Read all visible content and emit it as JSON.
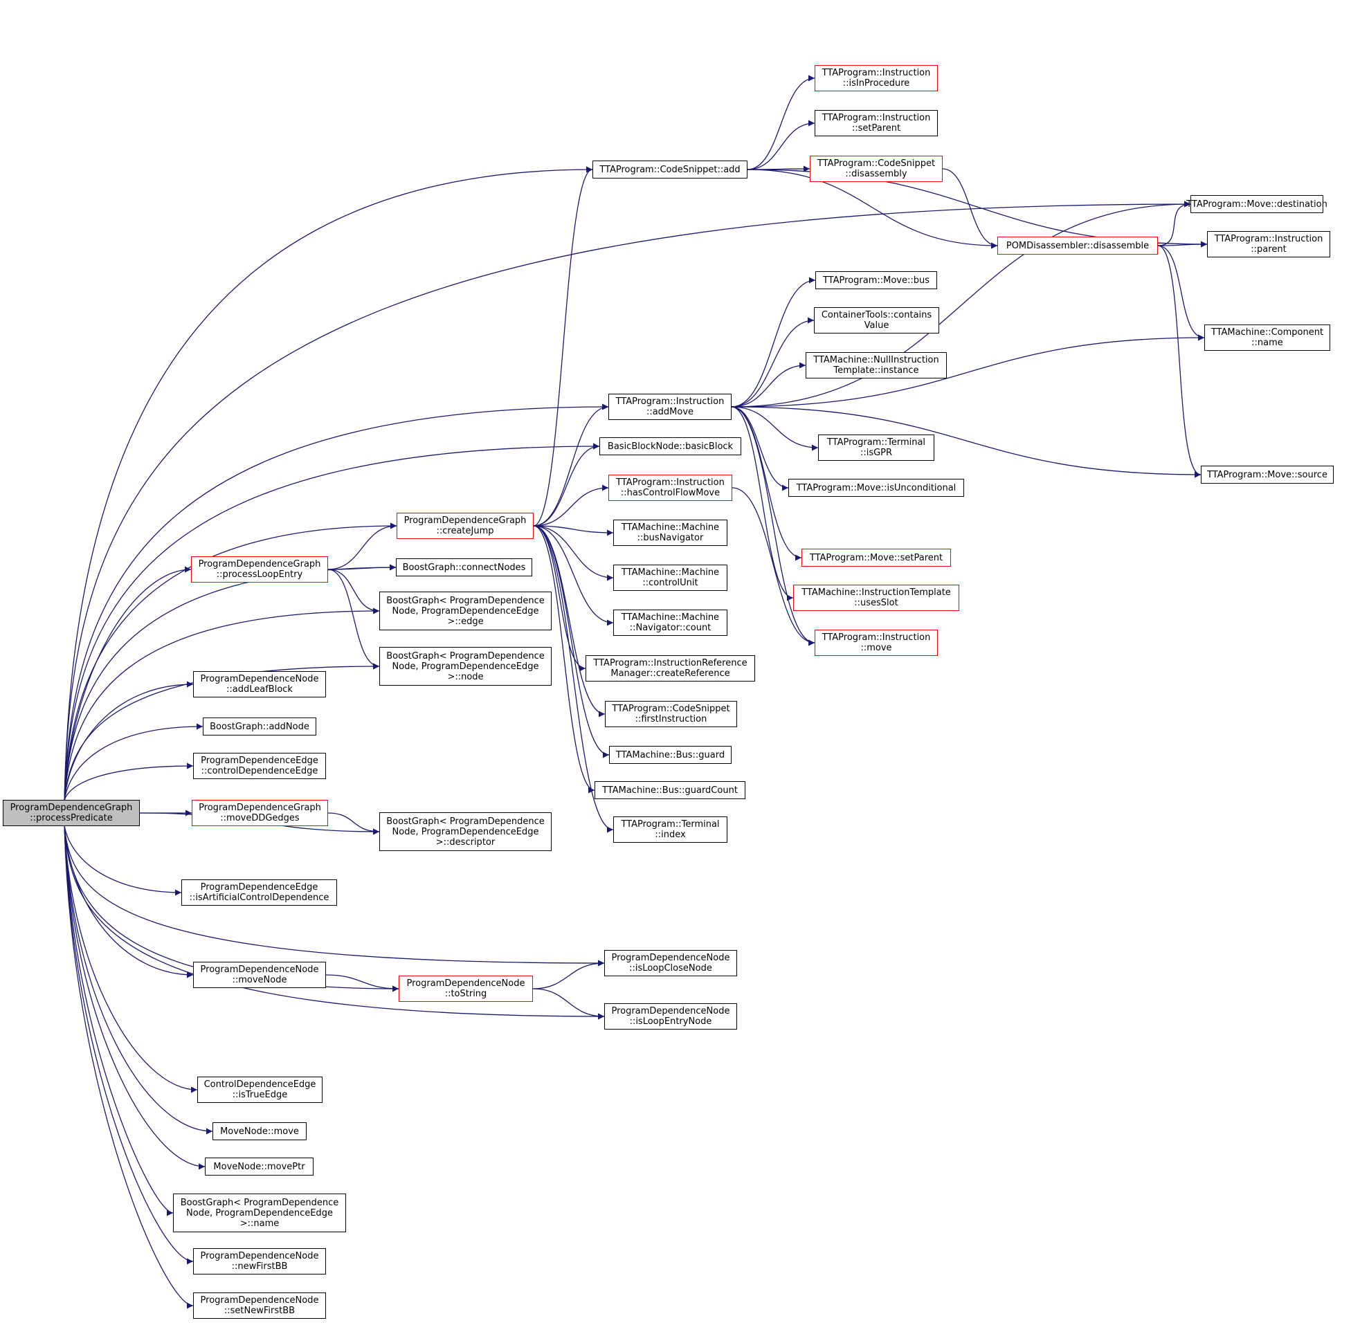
{
  "colors": {
    "edge": "#191970",
    "node_border": "#000000",
    "highlight_border": "#ff0000",
    "root_fill": "#bfbfbf",
    "background": "#ffffff"
  },
  "nodes": [
    {
      "id": "root",
      "lines": [
        "ProgramDependenceGraph",
        "::processPredicate"
      ],
      "style": "root"
    },
    {
      "id": "processLoopEntry",
      "lines": [
        "ProgramDependenceGraph",
        "::processLoopEntry"
      ],
      "style": "red"
    },
    {
      "id": "createJump",
      "lines": [
        "ProgramDependenceGraph",
        "::createJump"
      ],
      "style": "red"
    },
    {
      "id": "connectNodes",
      "lines": [
        "BoostGraph::connectNodes"
      ],
      "style": "normal"
    },
    {
      "id": "bgEdge",
      "lines": [
        "BoostGraph< ProgramDependence",
        "Node, ProgramDependenceEdge",
        ">::edge"
      ],
      "style": "normal"
    },
    {
      "id": "bgNode",
      "lines": [
        "BoostGraph< ProgramDependence",
        "Node, ProgramDependenceEdge",
        ">::node"
      ],
      "style": "normal"
    },
    {
      "id": "addLeafBlock",
      "lines": [
        "ProgramDependenceNode",
        "::addLeafBlock"
      ],
      "style": "normal"
    },
    {
      "id": "addNode",
      "lines": [
        "BoostGraph::addNode"
      ],
      "style": "normal"
    },
    {
      "id": "controlDependenceEdge",
      "lines": [
        "ProgramDependenceEdge",
        "::controlDependenceEdge"
      ],
      "style": "normal"
    },
    {
      "id": "moveDDGedges",
      "lines": [
        "ProgramDependenceGraph",
        "::moveDDGedges"
      ],
      "style": "red"
    },
    {
      "id": "bgDescriptor",
      "lines": [
        "BoostGraph< ProgramDependence",
        "Node, ProgramDependenceEdge",
        ">::descriptor"
      ],
      "style": "normal"
    },
    {
      "id": "isArtificial",
      "lines": [
        "ProgramDependenceEdge",
        "::isArtificialControlDependence"
      ],
      "style": "normal"
    },
    {
      "id": "pdnMoveNode",
      "lines": [
        "ProgramDependenceNode",
        "::moveNode"
      ],
      "style": "normal"
    },
    {
      "id": "toString",
      "lines": [
        "ProgramDependenceNode",
        "::toString"
      ],
      "style": "red"
    },
    {
      "id": "isLoopCloseNode",
      "lines": [
        "ProgramDependenceNode",
        "::isLoopCloseNode"
      ],
      "style": "normal"
    },
    {
      "id": "isLoopEntryNode",
      "lines": [
        "ProgramDependenceNode",
        "::isLoopEntryNode"
      ],
      "style": "normal"
    },
    {
      "id": "isTrueEdge",
      "lines": [
        "ControlDependenceEdge",
        "::isTrueEdge"
      ],
      "style": "normal"
    },
    {
      "id": "mnMove",
      "lines": [
        "MoveNode::move"
      ],
      "style": "normal"
    },
    {
      "id": "mnMovePtr",
      "lines": [
        "MoveNode::movePtr"
      ],
      "style": "normal"
    },
    {
      "id": "bgName",
      "lines": [
        "BoostGraph< ProgramDependence",
        "Node, ProgramDependenceEdge",
        ">::name"
      ],
      "style": "normal"
    },
    {
      "id": "newFirstBB",
      "lines": [
        "ProgramDependenceNode",
        "::newFirstBB"
      ],
      "style": "normal"
    },
    {
      "id": "setNewFirstBB",
      "lines": [
        "ProgramDependenceNode",
        "::setNewFirstBB"
      ],
      "style": "normal"
    },
    {
      "id": "csAdd",
      "lines": [
        "TTAProgram::CodeSnippet::add"
      ],
      "style": "normal"
    },
    {
      "id": "instAddMove",
      "lines": [
        "TTAProgram::Instruction",
        "::addMove"
      ],
      "style": "normal"
    },
    {
      "id": "basicBlock",
      "lines": [
        "BasicBlockNode::basicBlock"
      ],
      "style": "normal"
    },
    {
      "id": "hasControlFlowMove",
      "lines": [
        "TTAProgram::Instruction",
        "::hasControlFlowMove"
      ],
      "style": "red"
    },
    {
      "id": "busNavigator",
      "lines": [
        "TTAMachine::Machine",
        "::busNavigator"
      ],
      "style": "normal"
    },
    {
      "id": "controlUnit",
      "lines": [
        "TTAMachine::Machine",
        "::controlUnit"
      ],
      "style": "normal"
    },
    {
      "id": "navCount",
      "lines": [
        "TTAMachine::Machine",
        "::Navigator::count"
      ],
      "style": "normal"
    },
    {
      "id": "createReference",
      "lines": [
        "TTAProgram::InstructionReference",
        "Manager::createReference"
      ],
      "style": "normal"
    },
    {
      "id": "firstInstruction",
      "lines": [
        "TTAProgram::CodeSnippet",
        "::firstInstruction"
      ],
      "style": "normal"
    },
    {
      "id": "busGuard",
      "lines": [
        "TTAMachine::Bus::guard"
      ],
      "style": "normal"
    },
    {
      "id": "guardCount",
      "lines": [
        "TTAMachine::Bus::guardCount"
      ],
      "style": "normal"
    },
    {
      "id": "terminalIndex",
      "lines": [
        "TTAProgram::Terminal",
        "::index"
      ],
      "style": "normal"
    },
    {
      "id": "isInProcedure",
      "lines": [
        "TTAProgram::Instruction",
        "::isInProcedure"
      ],
      "style": "red"
    },
    {
      "id": "instSetParent",
      "lines": [
        "TTAProgram::Instruction",
        "::setParent"
      ],
      "style": "normal"
    },
    {
      "id": "csDisassembly",
      "lines": [
        "TTAProgram::CodeSnippet",
        "::disassembly"
      ],
      "style": "red"
    },
    {
      "id": "moveBus",
      "lines": [
        "TTAProgram::Move::bus"
      ],
      "style": "normal"
    },
    {
      "id": "containsValue",
      "lines": [
        "ContainerTools::contains",
        "Value"
      ],
      "style": "normal"
    },
    {
      "id": "nullInstTemplate",
      "lines": [
        "TTAMachine::NullInstruction",
        "Template::instance"
      ],
      "style": "normal"
    },
    {
      "id": "isGPR",
      "lines": [
        "TTAProgram::Terminal",
        "::isGPR"
      ],
      "style": "normal"
    },
    {
      "id": "isUnconditional",
      "lines": [
        "TTAProgram::Move::isUnconditional"
      ],
      "style": "normal"
    },
    {
      "id": "moveSetParent",
      "lines": [
        "TTAProgram::Move::setParent"
      ],
      "style": "red"
    },
    {
      "id": "usesSlot",
      "lines": [
        "TTAMachine::InstructionTemplate",
        "::usesSlot"
      ],
      "style": "red"
    },
    {
      "id": "instMove",
      "lines": [
        "TTAProgram::Instruction",
        "::move"
      ],
      "style": "red"
    },
    {
      "id": "pomDisassemble",
      "lines": [
        "POMDisassembler::disassemble"
      ],
      "style": "red"
    },
    {
      "id": "moveDestination",
      "lines": [
        "TTAProgram::Move::destination"
      ],
      "style": "normal"
    },
    {
      "id": "instParent",
      "lines": [
        "TTAProgram::Instruction",
        "::parent"
      ],
      "style": "normal"
    },
    {
      "id": "componentName",
      "lines": [
        "TTAMachine::Component",
        "::name"
      ],
      "style": "normal"
    },
    {
      "id": "moveSource",
      "lines": [
        "TTAProgram::Move::source"
      ],
      "style": "normal"
    }
  ],
  "edges": [
    [
      "root",
      "processLoopEntry"
    ],
    [
      "root",
      "createJump"
    ],
    [
      "root",
      "connectNodes"
    ],
    [
      "root",
      "bgEdge"
    ],
    [
      "root",
      "bgNode"
    ],
    [
      "root",
      "addLeafBlock"
    ],
    [
      "root",
      "addNode"
    ],
    [
      "root",
      "controlDependenceEdge"
    ],
    [
      "root",
      "moveDDGedges"
    ],
    [
      "root",
      "bgDescriptor"
    ],
    [
      "root",
      "isArtificial"
    ],
    [
      "root",
      "pdnMoveNode"
    ],
    [
      "root",
      "toString"
    ],
    [
      "root",
      "isLoopCloseNode"
    ],
    [
      "root",
      "isLoopEntryNode"
    ],
    [
      "root",
      "isTrueEdge"
    ],
    [
      "root",
      "mnMove"
    ],
    [
      "root",
      "mnMovePtr"
    ],
    [
      "root",
      "bgName"
    ],
    [
      "root",
      "newFirstBB"
    ],
    [
      "root",
      "setNewFirstBB"
    ],
    [
      "root",
      "csAdd"
    ],
    [
      "root",
      "instAddMove"
    ],
    [
      "root",
      "basicBlock"
    ],
    [
      "root",
      "moveDestination"
    ],
    [
      "processLoopEntry",
      "createJump"
    ],
    [
      "processLoopEntry",
      "connectNodes"
    ],
    [
      "processLoopEntry",
      "bgEdge"
    ],
    [
      "processLoopEntry",
      "bgNode"
    ],
    [
      "moveDDGedges",
      "bgDescriptor"
    ],
    [
      "pdnMoveNode",
      "toString"
    ],
    [
      "toString",
      "isLoopCloseNode"
    ],
    [
      "toString",
      "isLoopEntryNode"
    ],
    [
      "createJump",
      "csAdd"
    ],
    [
      "createJump",
      "instAddMove"
    ],
    [
      "createJump",
      "basicBlock"
    ],
    [
      "createJump",
      "hasControlFlowMove"
    ],
    [
      "createJump",
      "busNavigator"
    ],
    [
      "createJump",
      "controlUnit"
    ],
    [
      "createJump",
      "navCount"
    ],
    [
      "createJump",
      "createReference"
    ],
    [
      "createJump",
      "firstInstruction"
    ],
    [
      "createJump",
      "busGuard"
    ],
    [
      "createJump",
      "guardCount"
    ],
    [
      "createJump",
      "terminalIndex"
    ],
    [
      "csAdd",
      "isInProcedure"
    ],
    [
      "csAdd",
      "instSetParent"
    ],
    [
      "csAdd",
      "csDisassembly"
    ],
    [
      "csAdd",
      "pomDisassemble"
    ],
    [
      "csAdd",
      "instParent"
    ],
    [
      "csDisassembly",
      "pomDisassemble"
    ],
    [
      "instAddMove",
      "moveBus"
    ],
    [
      "instAddMove",
      "containsValue"
    ],
    [
      "instAddMove",
      "nullInstTemplate"
    ],
    [
      "instAddMove",
      "isGPR"
    ],
    [
      "instAddMove",
      "isUnconditional"
    ],
    [
      "instAddMove",
      "moveSetParent"
    ],
    [
      "instAddMove",
      "usesSlot"
    ],
    [
      "instAddMove",
      "instMove"
    ],
    [
      "instAddMove",
      "componentName"
    ],
    [
      "instAddMove",
      "moveDestination"
    ],
    [
      "instAddMove",
      "moveSource"
    ],
    [
      "hasControlFlowMove",
      "instMove"
    ],
    [
      "pomDisassemble",
      "moveDestination"
    ],
    [
      "pomDisassemble",
      "instParent"
    ],
    [
      "pomDisassemble",
      "componentName"
    ],
    [
      "pomDisassemble",
      "moveSource"
    ]
  ]
}
